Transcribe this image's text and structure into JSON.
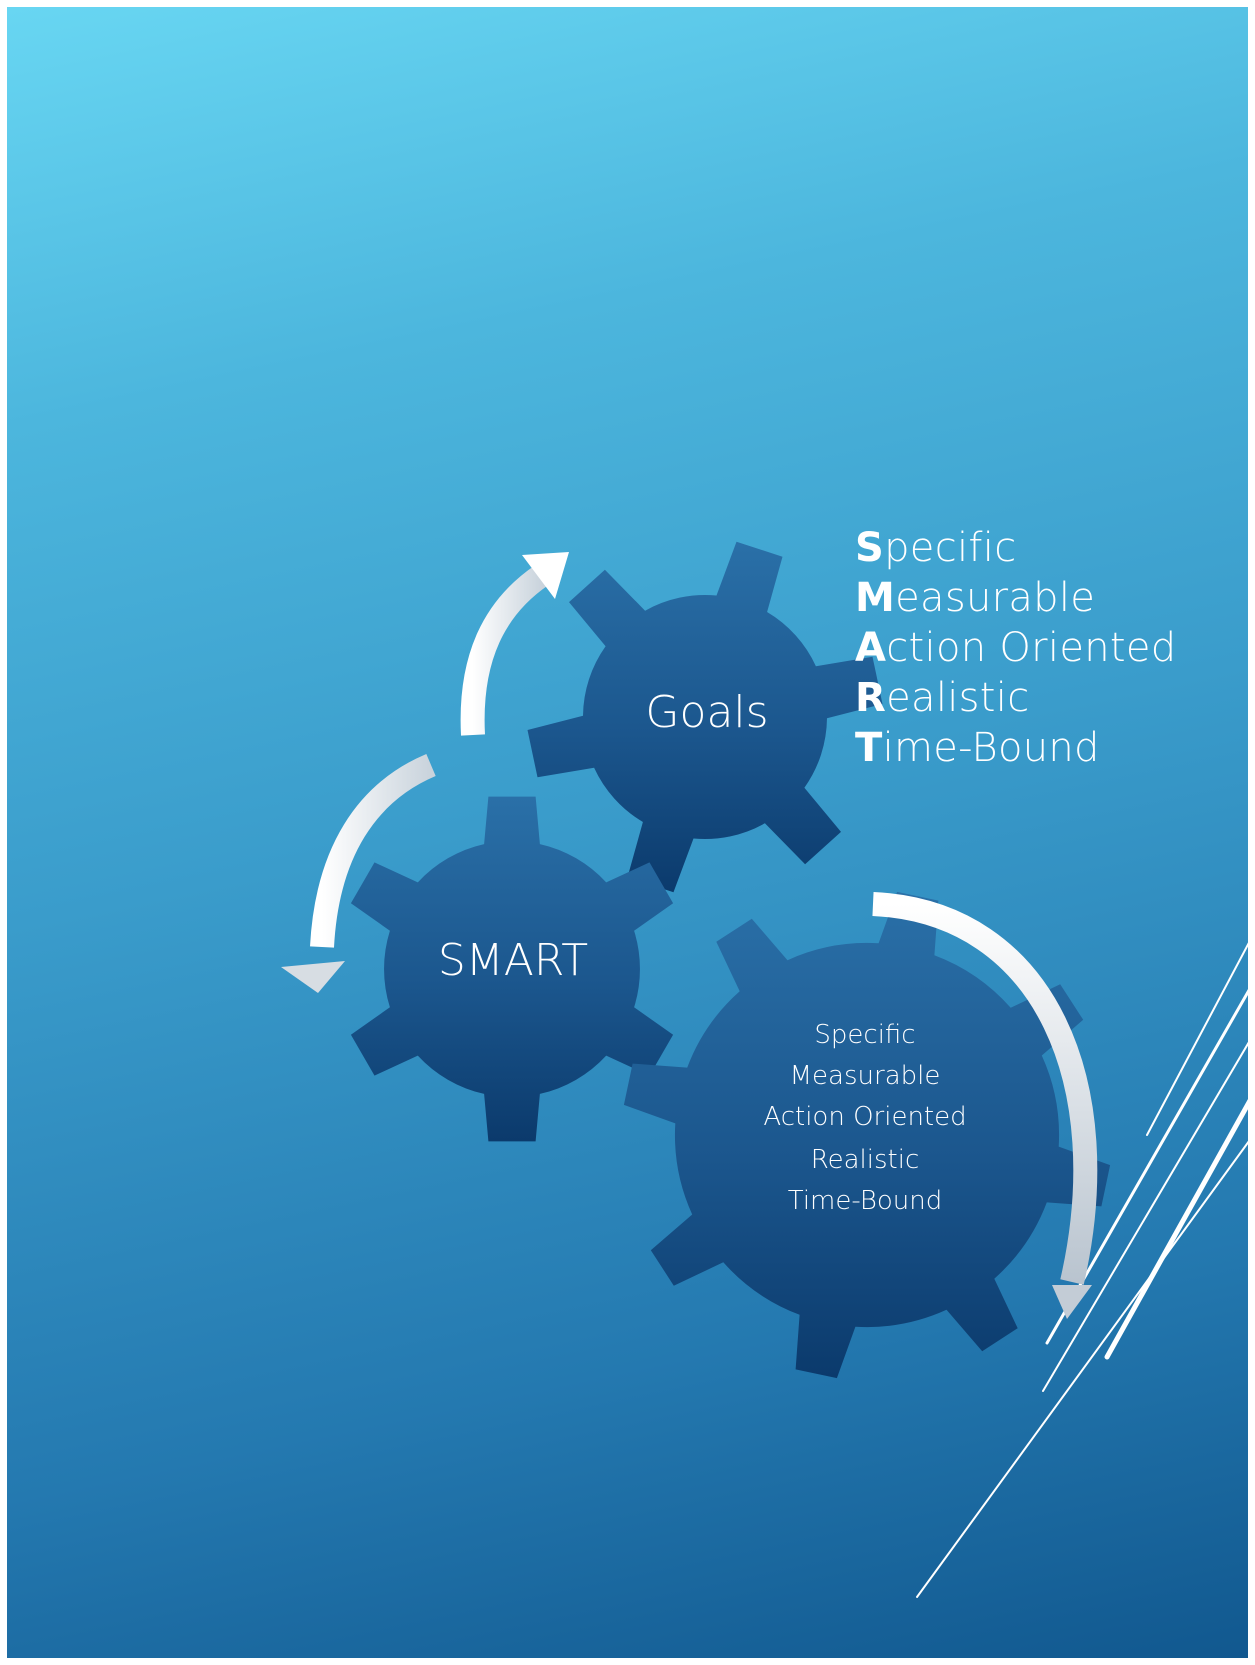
{
  "diagram": {
    "gears": [
      {
        "label": "Goals"
      },
      {
        "label": "SMART"
      },
      {
        "lines": [
          "Specific",
          "Measurable",
          "Action Oriented",
          "Realistic",
          "Time-Bound"
        ]
      }
    ],
    "acronym": [
      {
        "letter": "S",
        "rest": "pecific"
      },
      {
        "letter": "M",
        "rest": "easurable"
      },
      {
        "letter": "A",
        "rest": "ction Oriented"
      },
      {
        "letter": "R",
        "rest": "ealistic"
      },
      {
        "letter": "T",
        "rest": "ime-Bound"
      }
    ]
  },
  "colors": {
    "gear_top": "#2a70a8",
    "gear_bottom": "#0b3a6c",
    "arrow": "#ffffff",
    "text": "#ffffff",
    "decorative_lines": "#ffffff"
  }
}
